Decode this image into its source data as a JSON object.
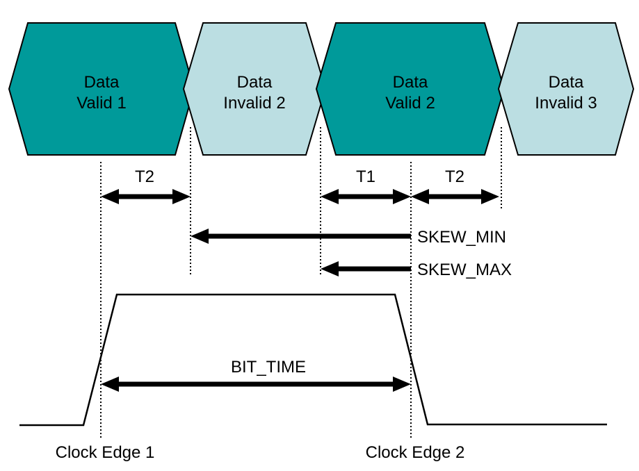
{
  "diagram": {
    "background_color": "#ffffff",
    "line_color": "#000000",
    "text_color": "#000000",
    "valid_window_color": "#009A9A",
    "invalid_window_color": "#BBDEE2",
    "data_windows": [
      {
        "type": "valid",
        "line1": "Data",
        "line2": "Valid 1"
      },
      {
        "type": "invalid",
        "line1": "Data",
        "line2": "Invalid 2"
      },
      {
        "type": "valid",
        "line1": "Data",
        "line2": "Valid 2"
      },
      {
        "type": "invalid",
        "line1": "Data",
        "line2": "Invalid 3"
      }
    ],
    "labels": {
      "t2_left": "T2",
      "t1": "T1",
      "t2_right": "T2",
      "skew_min": "SKEW_MIN",
      "skew_max": "SKEW_MAX",
      "bit_time": "BIT_TIME",
      "clock_edge_1": "Clock Edge 1",
      "clock_edge_2": "Clock Edge 2"
    }
  }
}
